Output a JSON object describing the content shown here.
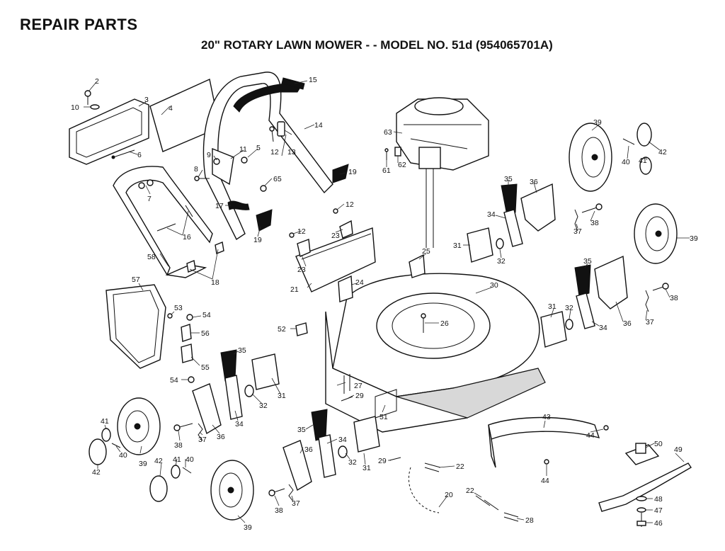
{
  "header": {
    "title": "REPAIR PARTS",
    "subtitle": "20\" ROTARY LAWN MOWER - - MODEL NO. 51d (954065701A)"
  },
  "labels": [
    {
      "id": "l2",
      "text": "2"
    },
    {
      "id": "l3",
      "text": "3"
    },
    {
      "id": "l4",
      "text": "4"
    },
    {
      "id": "l10",
      "text": "10"
    },
    {
      "id": "l6",
      "text": "6"
    },
    {
      "id": "l15",
      "text": "15"
    },
    {
      "id": "l14",
      "text": "14"
    },
    {
      "id": "l13",
      "text": "13"
    },
    {
      "id": "l12a",
      "text": "12"
    },
    {
      "id": "l5",
      "text": "5"
    },
    {
      "id": "l11",
      "text": "11"
    },
    {
      "id": "l9",
      "text": "9"
    },
    {
      "id": "l8",
      "text": "8"
    },
    {
      "id": "l7",
      "text": "7"
    },
    {
      "id": "l65",
      "text": "65"
    },
    {
      "id": "l17",
      "text": "17"
    },
    {
      "id": "l19a",
      "text": "19"
    },
    {
      "id": "l19b",
      "text": "19"
    },
    {
      "id": "l16",
      "text": "16"
    },
    {
      "id": "l58",
      "text": "58"
    },
    {
      "id": "l18",
      "text": "18"
    },
    {
      "id": "l12b",
      "text": "12"
    },
    {
      "id": "l12c",
      "text": "12"
    },
    {
      "id": "l23a",
      "text": "23"
    },
    {
      "id": "l23b",
      "text": "23"
    },
    {
      "id": "l21",
      "text": "21"
    },
    {
      "id": "l63",
      "text": "63"
    },
    {
      "id": "l61",
      "text": "61"
    },
    {
      "id": "l62",
      "text": "62"
    },
    {
      "id": "l39a",
      "text": "39"
    },
    {
      "id": "l42a",
      "text": "42"
    },
    {
      "id": "l41a",
      "text": "41"
    },
    {
      "id": "l40a",
      "text": "40"
    },
    {
      "id": "l35a",
      "text": "35"
    },
    {
      "id": "l36a",
      "text": "36"
    },
    {
      "id": "l34a",
      "text": "34"
    },
    {
      "id": "l37a",
      "text": "37"
    },
    {
      "id": "l38a",
      "text": "38"
    },
    {
      "id": "l31a",
      "text": "31"
    },
    {
      "id": "l32a",
      "text": "32"
    },
    {
      "id": "l25",
      "text": "25"
    },
    {
      "id": "l39b",
      "text": "39"
    },
    {
      "id": "l35b",
      "text": "35"
    },
    {
      "id": "l30",
      "text": "30"
    },
    {
      "id": "l24",
      "text": "24"
    },
    {
      "id": "l26",
      "text": "26"
    },
    {
      "id": "l31b",
      "text": "31"
    },
    {
      "id": "l32b",
      "text": "32"
    },
    {
      "id": "l34b",
      "text": "34"
    },
    {
      "id": "l36b",
      "text": "36"
    },
    {
      "id": "l37b",
      "text": "37"
    },
    {
      "id": "l38b",
      "text": "38"
    },
    {
      "id": "l57",
      "text": "57"
    },
    {
      "id": "l53",
      "text": "53"
    },
    {
      "id": "l54a",
      "text": "54"
    },
    {
      "id": "l56",
      "text": "56"
    },
    {
      "id": "l52",
      "text": "52"
    },
    {
      "id": "l55",
      "text": "55"
    },
    {
      "id": "l54b",
      "text": "54"
    },
    {
      "id": "l35c",
      "text": "35"
    },
    {
      "id": "l31c",
      "text": "31"
    },
    {
      "id": "l32c",
      "text": "32"
    },
    {
      "id": "l34c",
      "text": "34"
    },
    {
      "id": "l36c",
      "text": "36"
    },
    {
      "id": "l37c",
      "text": "37"
    },
    {
      "id": "l38c",
      "text": "38"
    },
    {
      "id": "l39c",
      "text": "39"
    },
    {
      "id": "l41b",
      "text": "41"
    },
    {
      "id": "l40b",
      "text": "40"
    },
    {
      "id": "l42b",
      "text": "42"
    },
    {
      "id": "l27",
      "text": "27"
    },
    {
      "id": "l29a",
      "text": "29"
    },
    {
      "id": "l51",
      "text": "51"
    },
    {
      "id": "l35d",
      "text": "35"
    },
    {
      "id": "l34d",
      "text": "34"
    },
    {
      "id": "l36d",
      "text": "36"
    },
    {
      "id": "l32d",
      "text": "32"
    },
    {
      "id": "l31d",
      "text": "31"
    },
    {
      "id": "l29b",
      "text": "29"
    },
    {
      "id": "l22a",
      "text": "22"
    },
    {
      "id": "l42c",
      "text": "42"
    },
    {
      "id": "l41c",
      "text": "41"
    },
    {
      "id": "l40c",
      "text": "40"
    },
    {
      "id": "l38d",
      "text": "38"
    },
    {
      "id": "l37d",
      "text": "37"
    },
    {
      "id": "l39d",
      "text": "39"
    },
    {
      "id": "l43",
      "text": "43"
    },
    {
      "id": "l44a",
      "text": "44"
    },
    {
      "id": "l44b",
      "text": "44"
    },
    {
      "id": "l50",
      "text": "50"
    },
    {
      "id": "l49",
      "text": "49"
    },
    {
      "id": "l48",
      "text": "48"
    },
    {
      "id": "l47",
      "text": "47"
    },
    {
      "id": "l46",
      "text": "46"
    },
    {
      "id": "l20",
      "text": "20"
    },
    {
      "id": "l22b",
      "text": "22"
    },
    {
      "id": "l28",
      "text": "28"
    }
  ]
}
